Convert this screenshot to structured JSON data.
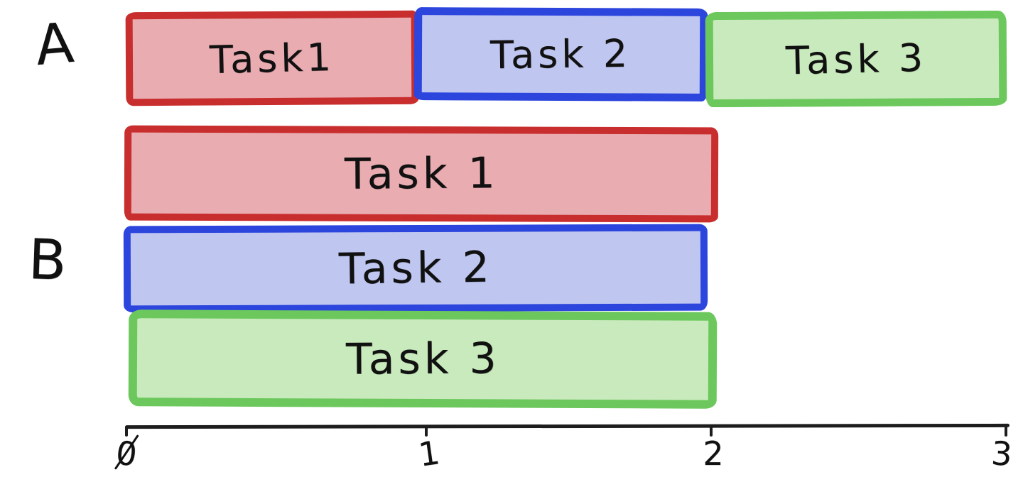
{
  "canvas": {
    "background": "#ffffff"
  },
  "chart_data": {
    "type": "bar",
    "subtype": "gantt-schedule-comparison",
    "orientation": "horizontal",
    "style": "hand-drawn",
    "text_color": "#111111",
    "rows": [
      {
        "label": "A",
        "bars": [
          {
            "label": "Task1",
            "start": 0,
            "end": 1,
            "duration": 1,
            "stroke": "#c92e2e",
            "fill": "#e9acb1"
          },
          {
            "label": "Task 2",
            "start": 1,
            "end": 2,
            "duration": 1,
            "stroke": "#2c45dd",
            "fill": "#bfc7f1"
          },
          {
            "label": "Task 3",
            "start": 2,
            "end": 3,
            "duration": 1,
            "stroke": "#6cc85d",
            "fill": "#c8eabc"
          }
        ]
      },
      {
        "label": "B",
        "bars": [
          {
            "label": "Task 1",
            "start": 0,
            "end": 2,
            "duration": 2,
            "stroke": "#c92e2e",
            "fill": "#e9acb1"
          },
          {
            "label": "Task 2",
            "start": 0,
            "end": 2,
            "duration": 2,
            "stroke": "#2c45dd",
            "fill": "#bfc7f1"
          },
          {
            "label": "Task 3",
            "start": 0,
            "end": 2,
            "duration": 2,
            "stroke": "#6cc85d",
            "fill": "#c8eabc"
          }
        ]
      }
    ],
    "xaxis": {
      "min": 0,
      "max": 3,
      "ticks": [
        "0",
        "1",
        "2",
        "3"
      ],
      "tick_values": [
        0,
        1,
        2,
        3
      ],
      "axis_color": "#1d1d1d",
      "zero_style": "slashed"
    }
  }
}
